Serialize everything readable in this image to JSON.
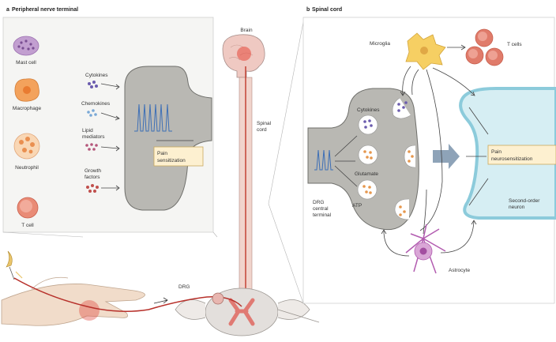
{
  "panels": {
    "a": {
      "label": "a",
      "title": "Peripheral nerve terminal"
    },
    "b": {
      "label": "b",
      "title": "Spinal cord"
    }
  },
  "immune_cells": {
    "mast_cell": "Mast cell",
    "macrophage": "Macrophage",
    "neutrophil": "Neutrophil",
    "t_cell": "T cell"
  },
  "mediators": {
    "cytokines": "Cytokines",
    "chemokines": "Chemokines",
    "lipid_line1": "Lipid",
    "lipid_line2": "mediators",
    "growth_line1": "Growth",
    "growth_line2": "factors"
  },
  "peripheral_box": {
    "line1": "Pain",
    "line2": "sensitization"
  },
  "body": {
    "brain": "Brain",
    "spinal_cord_line1": "Spinal",
    "spinal_cord_line2": "cord",
    "drg": "DRG"
  },
  "spinal": {
    "microglia": "Microglia",
    "t_cells": "T cells",
    "cytokines": "Cytokines",
    "glutamate": "Glutamate",
    "atp": "ATP",
    "drg_terminal_line1": "DRG",
    "drg_terminal_line2": "central",
    "drg_terminal_line3": "terminal",
    "box_line1": "Pain",
    "box_line2": "neurosensitization",
    "second_order_line1": "Second-order",
    "second_order_line2": "neuron",
    "astrocyte": "Astrocyte"
  },
  "colors": {
    "terminal_gray": "#b9b8b3",
    "dendrite_blue": "#d6eef3",
    "dendrite_outline": "#8ccbdb",
    "spike_blue": "#3d6fb6",
    "nerve_red": "#c0392b",
    "microglia_yellow": "#f6cf63",
    "tcell_red": "#e07b6a",
    "astrocyte_purple": "#b25cb0",
    "box_fill": "#fdf0d0"
  }
}
